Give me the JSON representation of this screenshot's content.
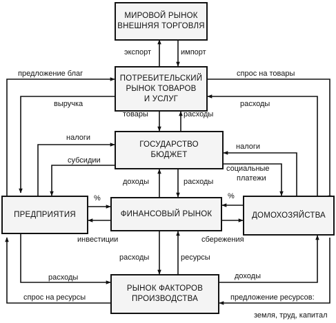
{
  "boxes": {
    "world_market": "МИРОВОЙ РЫНОК\nВНЕШНЯЯ ТОРГОВЛЯ",
    "consumer_market": "ПОТРЕБИТЕЛЬСКИЙ\nРЫНОК ТОВАРОВ\nИ УСЛУГ",
    "state_budget": "ГОСУДАРСТВО\nБЮДЖЕТ",
    "enterprises": "ПРЕДПРИЯТИЯ",
    "financial_market": "ФИНАНСОВЫЙ РЫНОК",
    "households": "ДОМОХОЗЯЙСТВА",
    "factor_market": "РЫНОК ФАКТОРОВ\nПРОИЗВОДСТВА"
  },
  "labels": {
    "export": "экспорт",
    "import": "импорт",
    "supply_goods": "предложение благ",
    "demand_goods": "спрос на товары",
    "revenue": "выручка",
    "expenses_top_right": "расходы",
    "goods": "товары",
    "expenses_consumer": "расходы",
    "taxes_left": "налоги",
    "taxes_right": "налоги",
    "subsidies": "субсидии",
    "social_payments_1": "социальные",
    "social_payments_2": "платежи",
    "incomes_budget": "доходы",
    "expenses_budget": "расходы",
    "percent_left": "%",
    "percent_right": "%",
    "investments": "инвестиции",
    "savings": "сбережения",
    "expenses_fin": "расходы",
    "resources": "ресурсы",
    "expenses_factor": "расходы",
    "incomes_factor": "доходы",
    "demand_resources": "спрос на ресурсы",
    "supply_resources": "предложение ресурсов:",
    "land_labor_capital": "земля, труд, капитал"
  }
}
